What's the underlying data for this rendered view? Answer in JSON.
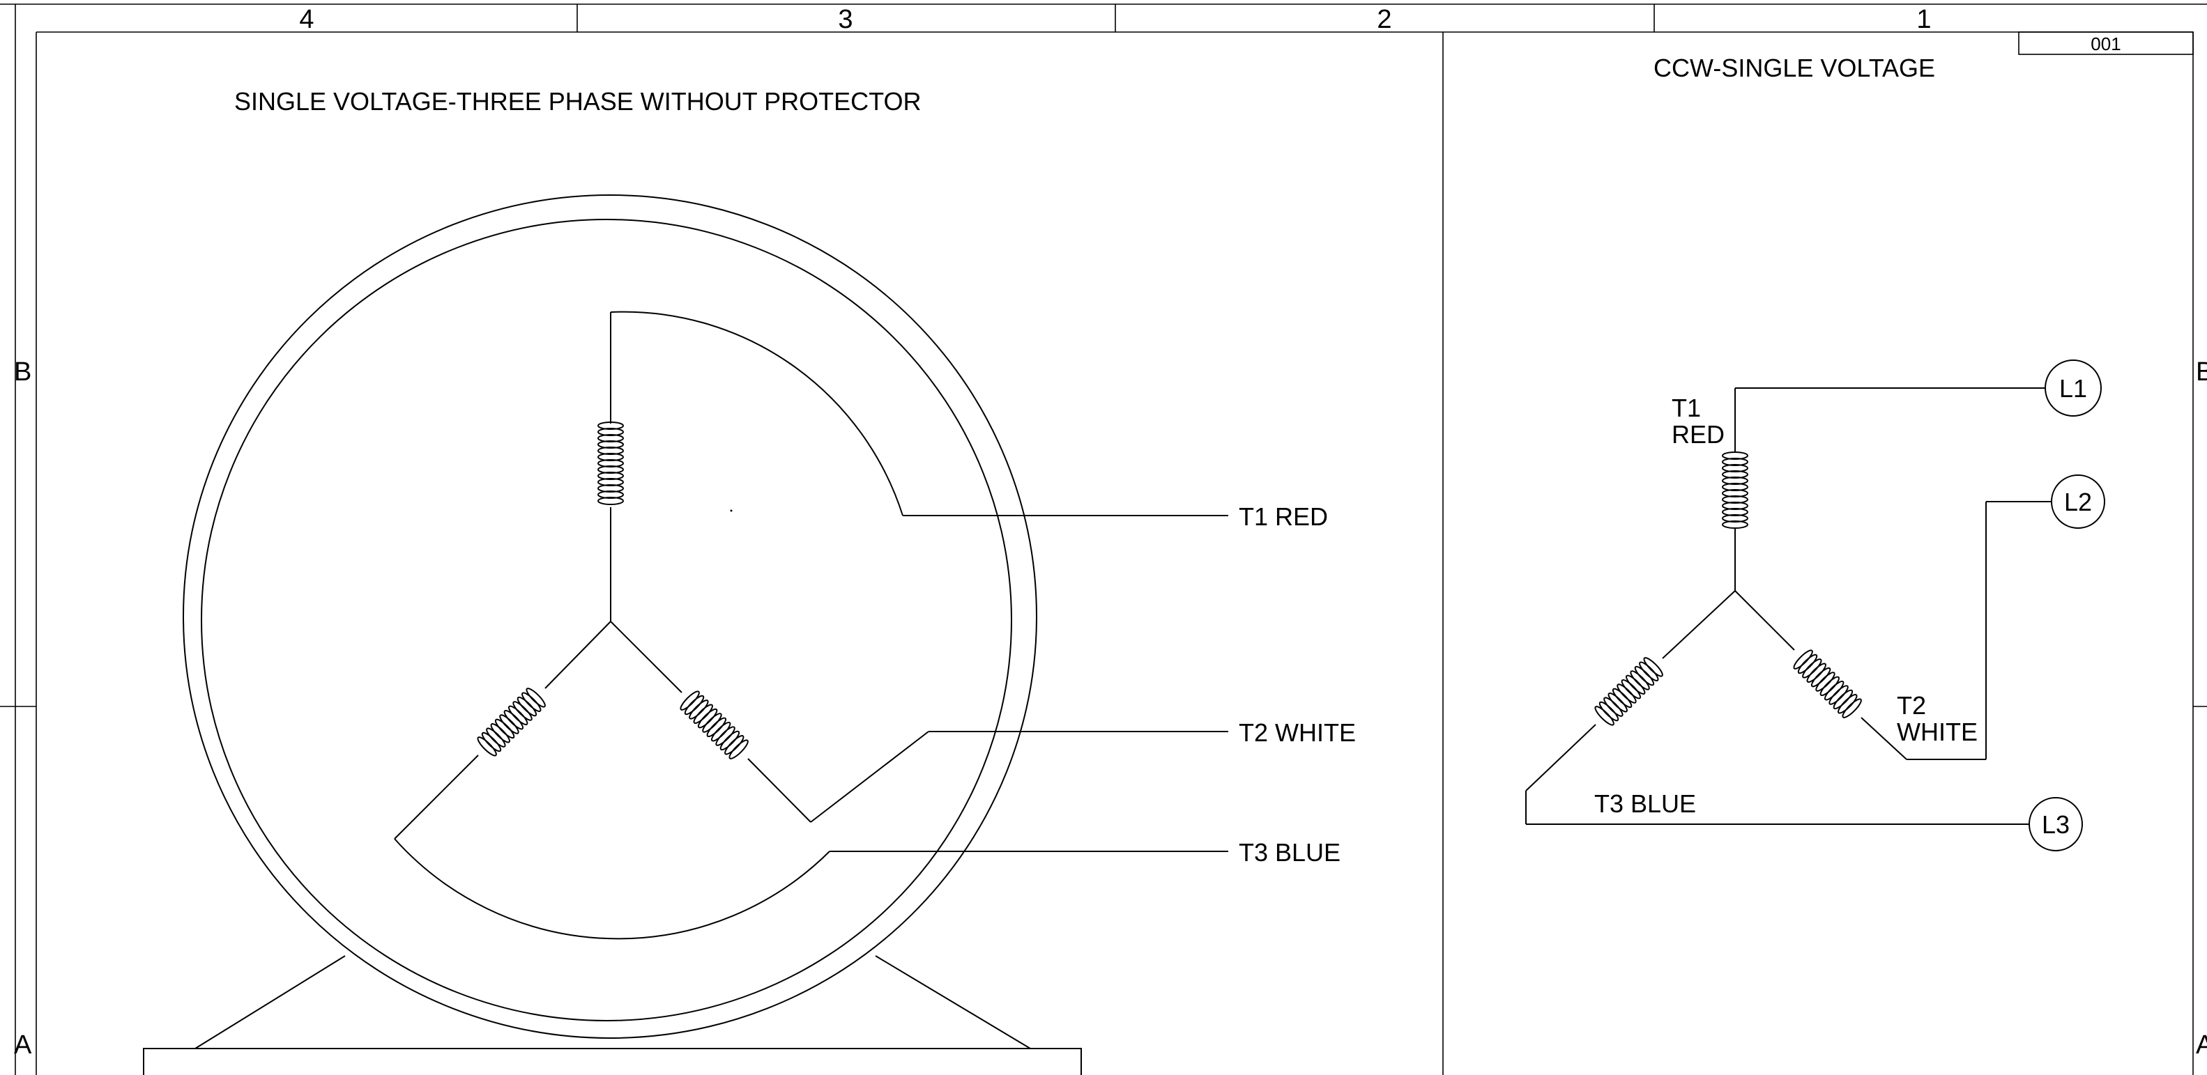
{
  "zone_columns": [
    "4",
    "3",
    "2",
    "1"
  ],
  "zone_rows": {
    "upper_left": "B",
    "lower_left": "A",
    "upper_right": "B",
    "lower_right": "A"
  },
  "sheet_number": "001",
  "left_panel": {
    "title": "SINGLE VOLTAGE-THREE PHASE WITHOUT PROTECTOR",
    "leads": [
      "T1 RED",
      "T2 WHITE",
      "T3 BLUE"
    ]
  },
  "right_panel": {
    "title": "CCW-SINGLE VOLTAGE",
    "lead_t1": [
      "T1",
      "RED"
    ],
    "lead_t2": [
      "T2",
      "WHITE"
    ],
    "lead_t3": "T3 BLUE",
    "lines": [
      "L1",
      "L2",
      "L3"
    ]
  },
  "colors": {
    "line": "#000000",
    "background": "#ffffff"
  }
}
